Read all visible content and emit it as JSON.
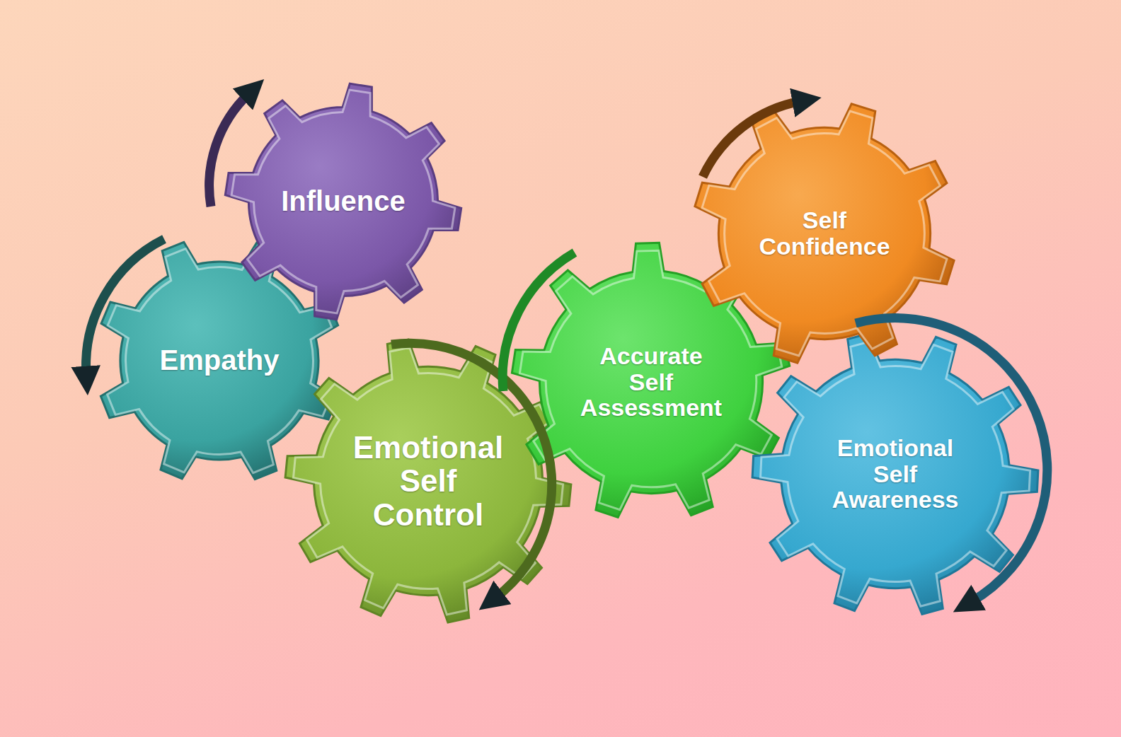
{
  "diagram": {
    "nodes": [
      {
        "text": [
          "Influence"
        ]
      },
      {
        "text": [
          "Empathy"
        ]
      },
      {
        "text": [
          "Emotional Self Control"
        ]
      },
      {
        "text": [
          "Accurate Self Assessment"
        ]
      },
      {
        "text": [
          "Self Confidence"
        ]
      },
      {
        "text": [
          "Emotional Self Awareness"
        ]
      }
    ]
  }
}
